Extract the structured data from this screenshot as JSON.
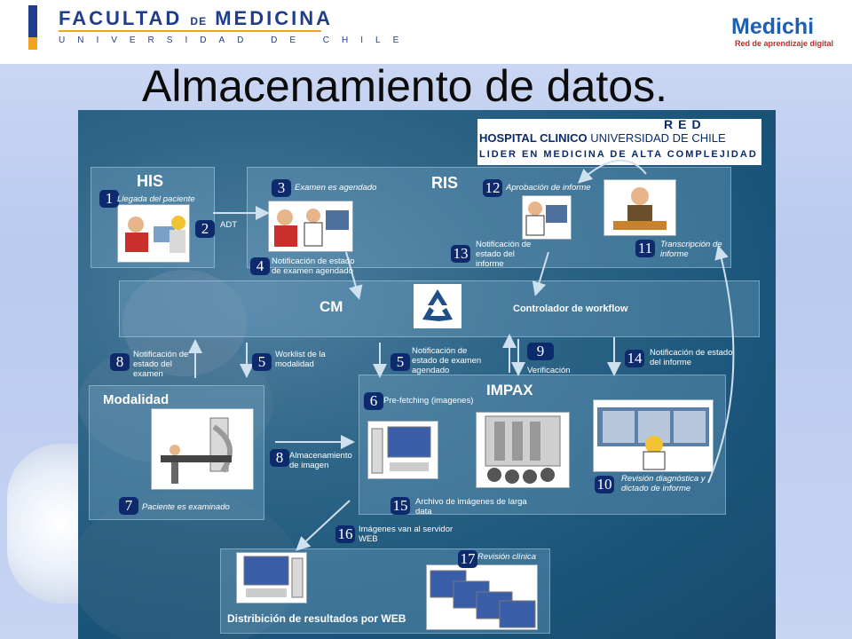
{
  "header": {
    "fac_line1_a": "FACULTAD",
    "fac_line1_de": "DE",
    "fac_line1_b": "MEDICINA",
    "fac_line2": "UNIVERSIDAD DE CHILE",
    "medichi_name": "Medichi",
    "medichi_tagline": "Red de aprendizaje digital"
  },
  "slide": {
    "title": "Almacenamiento de datos."
  },
  "banner": {
    "red": "RED",
    "line1_bold": "HOSPITAL CLINICO",
    "line1_rest": "UNIVERSIDAD DE CHILE",
    "line2": "LIDER EN MEDICINA DE ALTA COMPLEJIDAD"
  },
  "sections": {
    "his": "HIS",
    "ris": "RIS",
    "cm": "CM",
    "workflow": "Controlador de workflow",
    "impax": "IMPAX",
    "modalidad": "Modalidad",
    "web": "Distribición de resultados por WEB"
  },
  "steps": {
    "s1": {
      "n": "1",
      "text": "Llegada del paciente"
    },
    "s2": {
      "n": "2",
      "text": "ADT"
    },
    "s3": {
      "n": "3",
      "text": "Examen es agendado"
    },
    "s4": {
      "n": "4",
      "text": "Notificación de estado de examen agendado"
    },
    "s5a": {
      "n": "5",
      "text": "Worklist de la modalidad"
    },
    "s5b": {
      "n": "5",
      "text": "Notificación de estado de examen agendado"
    },
    "s6": {
      "n": "6",
      "text": "Pre-fetching (imagenes)"
    },
    "s7": {
      "n": "7",
      "text": "Paciente es examinado"
    },
    "s8a": {
      "n": "8",
      "text": "Notificación de estado del examen"
    },
    "s8b": {
      "n": "8",
      "text": "Almacenamiento de imagen"
    },
    "s9": {
      "n": "9",
      "text": "Verificación"
    },
    "s10": {
      "n": "10",
      "text": "Revisión diagnóstica y dictado de informe"
    },
    "s11": {
      "n": "11",
      "text": "Transcripción de informe"
    },
    "s12": {
      "n": "12",
      "text": "Aprobación de informe"
    },
    "s13": {
      "n": "13",
      "text": "Notificación de estado del informe"
    },
    "s14": {
      "n": "14",
      "text": "Notificación de estado del informe"
    },
    "s15": {
      "n": "15",
      "text": "Archivo de imágenes de larga data"
    },
    "s16": {
      "n": "16",
      "text": "Imágenes van al servidor WEB"
    },
    "s17": {
      "n": "17",
      "text": "Revisión clínica"
    }
  },
  "colors": {
    "panel": "#1b557a",
    "badge": "#0d2a6c",
    "header_blue": "#1f3d8a",
    "header_orange": "#f0a31c",
    "medichi_red": "#c72a2a"
  }
}
